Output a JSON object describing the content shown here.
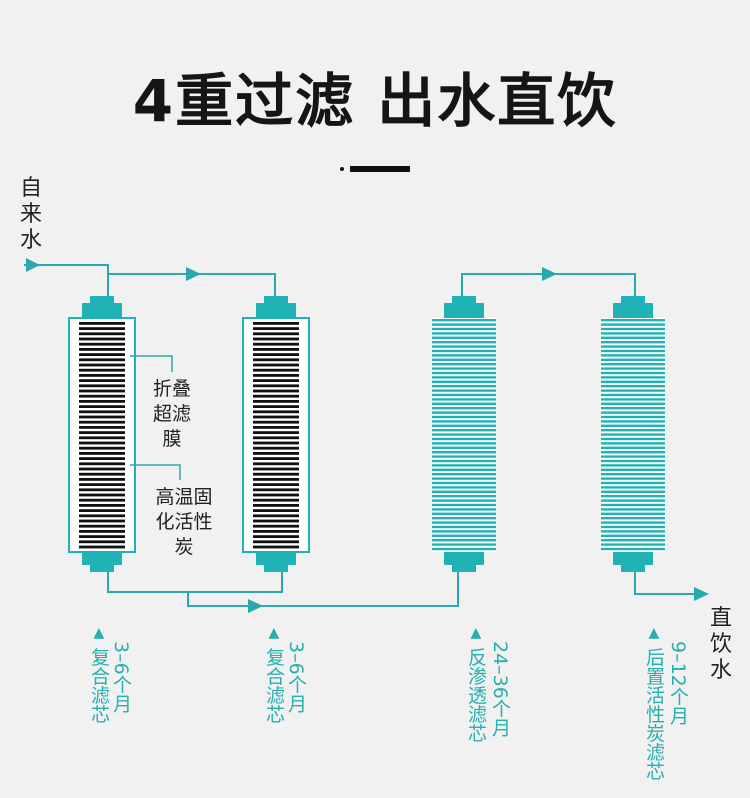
{
  "title": "4重过滤 出水直饮",
  "input_label": "自来水",
  "output_label": "直饮水",
  "annotations": {
    "membrane": "折叠超滤膜",
    "carbon": "高温固化活性炭"
  },
  "filters": [
    {
      "name": "复合滤芯",
      "lifespan": "3–6个月",
      "style": "black-stripes"
    },
    {
      "name": "复合滤芯",
      "lifespan": "3–6个月",
      "style": "black-stripes"
    },
    {
      "name": "反渗透滤芯",
      "lifespan": "24–36个月",
      "style": "teal-stripes"
    },
    {
      "name": "后置活性炭滤芯",
      "lifespan": "9–12个月",
      "style": "teal-stripes"
    }
  ],
  "colors": {
    "accent": "#1fb3b5",
    "pipe": "#2aa8b0",
    "stripe_dark": "#111111",
    "background": "#f1f1f1"
  }
}
